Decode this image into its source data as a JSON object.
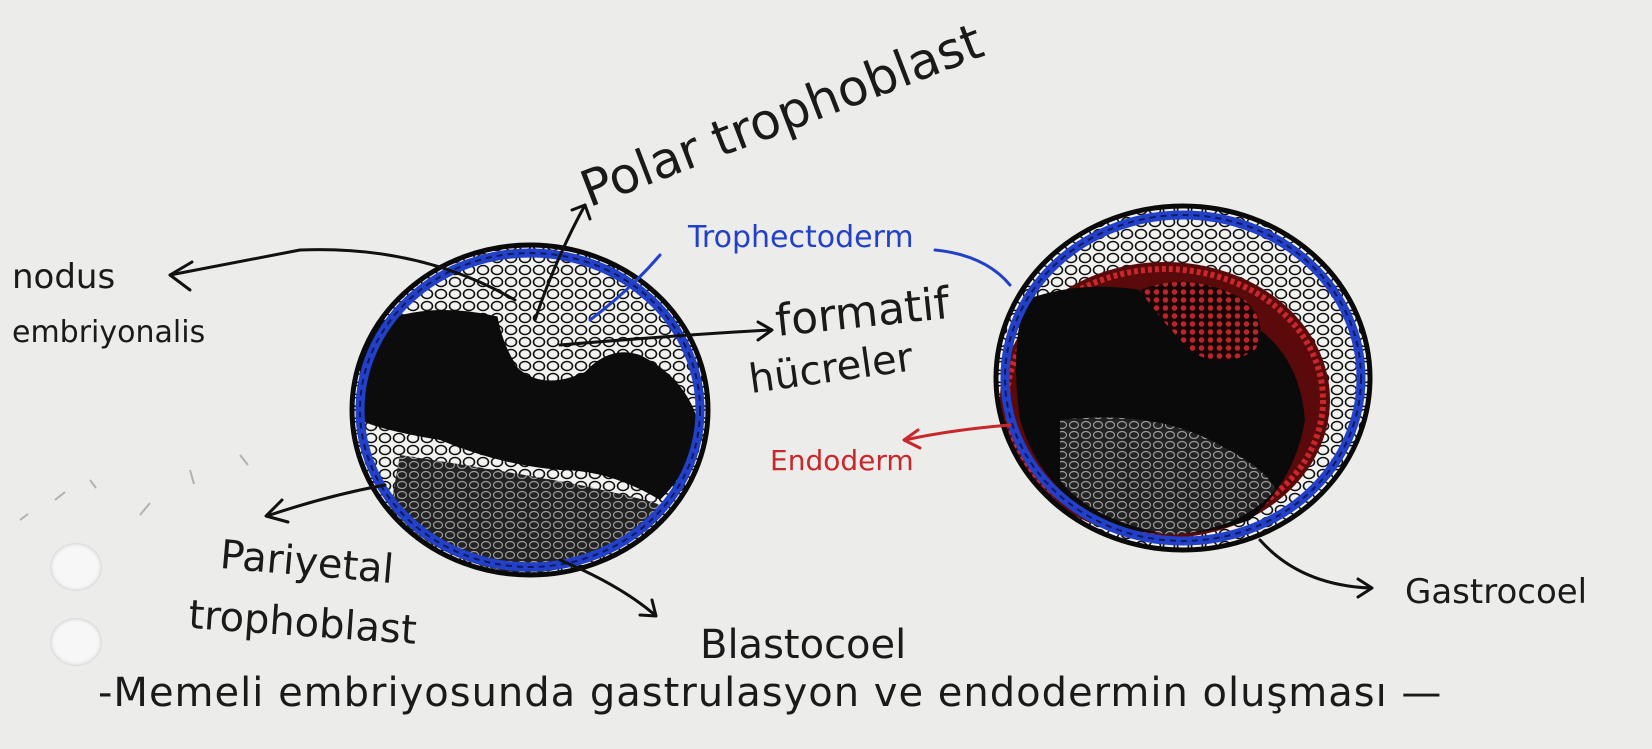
{
  "labels": {
    "polar_trophoblast": "Polar trophoblast",
    "trophectoderm": "Trophectoderm",
    "nodus": "nodus",
    "embriyonalis": "embriyonalis",
    "formatif": "formatif",
    "hucreler": "hücreler",
    "endoderm": "Endoderm",
    "pariyetal": "Pariyetal",
    "trophoblast": "trophoblast",
    "blastocoel": "Blastocoel",
    "gastrocoel": "Gastrocoel",
    "caption": "-Memeli embriyosunda gastrulasyon ve endodermin oluşması —"
  },
  "colors": {
    "paper": "#ececea",
    "ink": "#111111",
    "trophectoderm_blue": "#2340c8",
    "endoderm_red": "#c8272b"
  }
}
